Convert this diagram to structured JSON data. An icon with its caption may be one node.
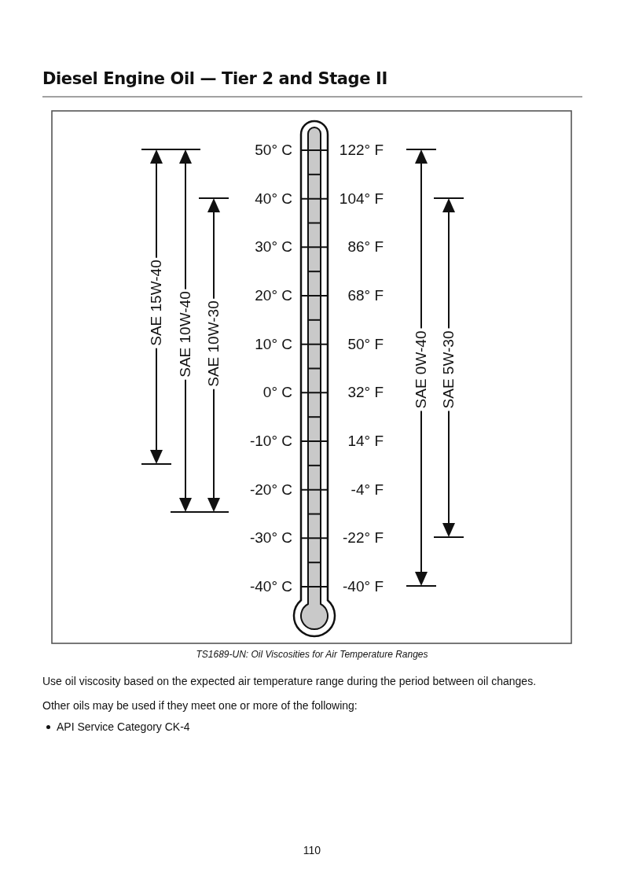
{
  "diagram": {
    "title": "Diesel Engine Oil — Tier 2 and Stage II",
    "caption": "TS1689-UN: Oil Viscosities for Air Temperature Ranges",
    "labels": [
      "SAE 15W-40",
      "SAE 10W-40",
      "SAE 10W-30",
      "50° C",
      "122° F",
      "40° C",
      "104° F",
      "30° C",
      "86° F",
      "20° C",
      "68° F",
      "10° C",
      "50° F",
      "0° C",
      "32° F",
      "-10° C",
      "14° F",
      "-20° C",
      "-4° F",
      "-30° C",
      "-22° F",
      "-40° C",
      "-40° F",
      "SAE 0W-40",
      "SAE 5W-30",
      "Use oil viscosity based on the expected air temperature range during the period between oil changes.",
      "Other oils may be used if they meet one or more of the following:",
      "API Service Category CK-4",
      "110"
    ]
  }
}
